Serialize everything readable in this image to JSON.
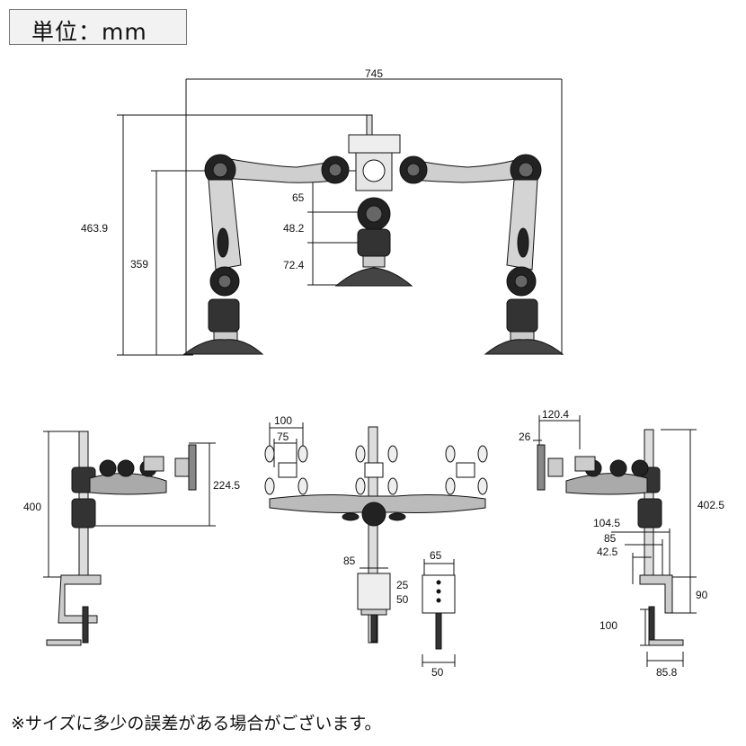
{
  "unit_label": "単位：mm",
  "footnote": "※サイズに多少の誤差がある場合がございます。",
  "front_view": {
    "width": "745",
    "overall_height": "463.9",
    "arm_height": "359",
    "gap_top": "65",
    "gap_mid": "48.2",
    "gap_bottom": "72.4"
  },
  "left_side_view": {
    "pole_height": "400",
    "reach_height": "224.5"
  },
  "top_view": {
    "vesa_outer": "100",
    "vesa_inner": "75",
    "clamp_offset": "85",
    "plate_width": "65",
    "hole_spacing_a": "25",
    "hole_spacing_b": "50",
    "plate_bottom": "50"
  },
  "right_side_view": {
    "arm_reach": "120.4",
    "head_depth": "26",
    "pole_height": "402.5",
    "clamp_w1": "104.5",
    "clamp_w2": "85",
    "clamp_w3": "42.5",
    "clamp_height": "90",
    "clamp_opening": "100",
    "clamp_base": "85.8"
  }
}
